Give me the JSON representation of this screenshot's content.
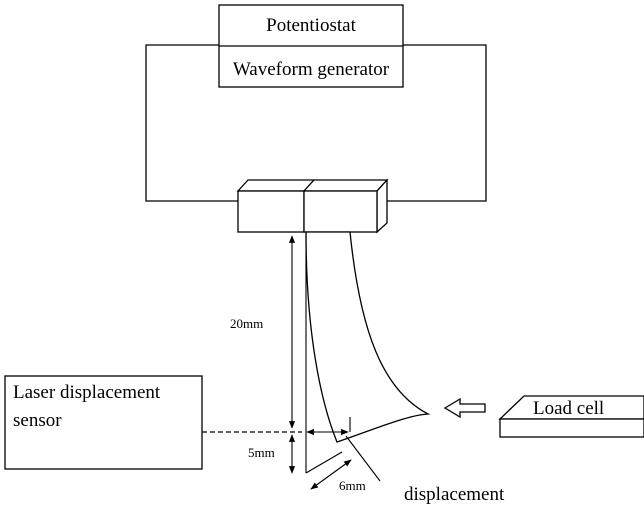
{
  "labels": {
    "potentiostat": "Potentiostat",
    "waveform_generator": "Waveform generator",
    "sensor_line1": "Laser displacement",
    "sensor_line2": "sensor",
    "load_cell": "Load cell",
    "dim_20mm": "20mm",
    "dim_5mm": "5mm",
    "dim_6mm": "6mm",
    "displacement": "displacement"
  },
  "colors": {
    "stroke": "#000000",
    "background": "#ffffff"
  }
}
